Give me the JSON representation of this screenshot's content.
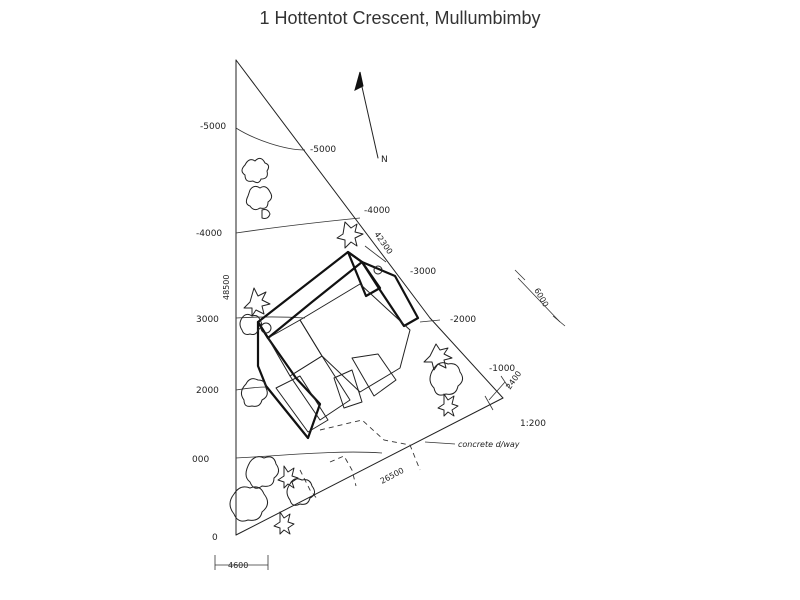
{
  "title": "1 Hottentot Crescent, Mullumbimby",
  "north_label": "N",
  "scale": "1:200",
  "contours_left": [
    "-5000",
    "-4000",
    "3000",
    "2000",
    "000",
    "0"
  ],
  "contours_right": [
    "-5000",
    "-4000",
    "-3000",
    "-2000",
    "-1000"
  ],
  "dimensions": {
    "west_boundary": "48500",
    "east_upper": "42300",
    "east_lower": "26500",
    "bottom_width": "4600",
    "right_offset": "6000",
    "corner": "2400"
  },
  "annotation": "concrete d/way"
}
